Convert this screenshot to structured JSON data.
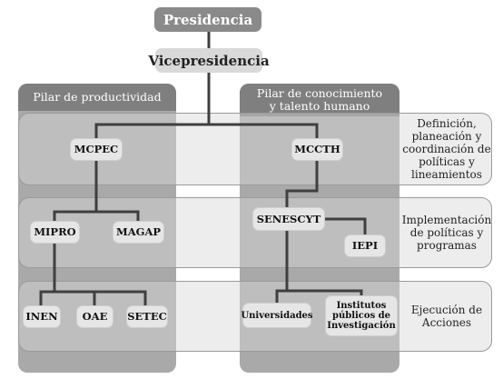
{
  "top": {
    "presidencia": "Presidencia",
    "vicepresidencia": "Vicepresidencia"
  },
  "pillars": {
    "left": "Pilar de productividad",
    "right_line1": "Pilar de conocimiento",
    "right_line2": "y talento humano"
  },
  "bands": {
    "band1_lines": [
      "Definición,",
      "planeación y",
      "coordinación de",
      "políticas y",
      "lineamientos"
    ],
    "band2_lines": [
      "Implementación",
      "de políticas y",
      "programas"
    ],
    "band3_lines": [
      "Ejecución de",
      "Acciones"
    ]
  },
  "nodes": {
    "mcpec": "MCPEC",
    "mccth": "MCCTH",
    "mipro": "MIPRO",
    "magap": "MAGAP",
    "senescyt": "SENESCYT",
    "iepi": "IEPI",
    "inen": "INEN",
    "oae": "OAE",
    "setec": "SETEC",
    "universidades": "Universidades",
    "institutos_lines": [
      "Institutos",
      "públicos de",
      "Investigación"
    ]
  },
  "colors": {
    "connector": "#3f3f3f",
    "pillar": "#a9a9a9",
    "pillar_header": "#7f7f7f",
    "node": "#e6e6e6"
  }
}
